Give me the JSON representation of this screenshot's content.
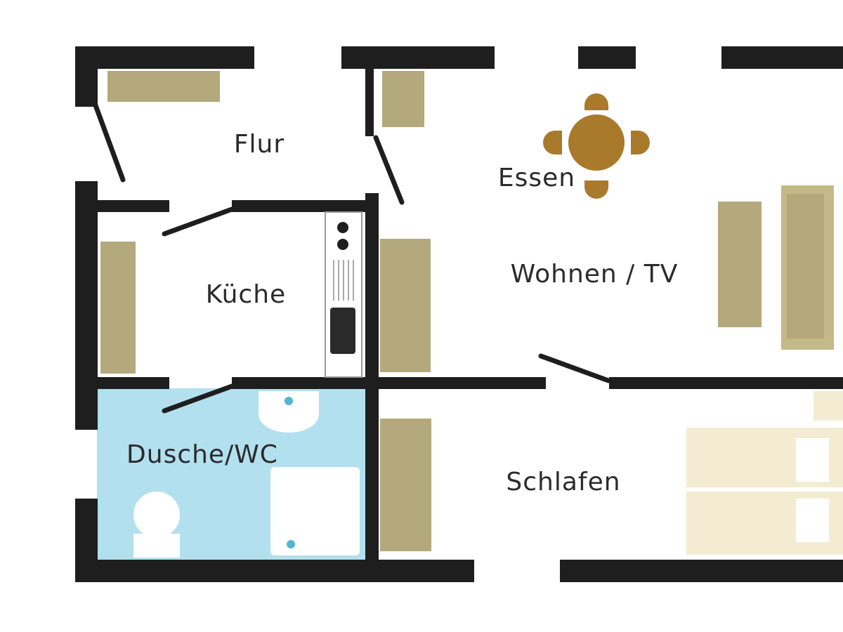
{
  "colors": {
    "wall": "#1e1e1e",
    "furniture": "#b4a97c",
    "bed": "#f4ecd2",
    "bathroom": "#b2e0ef",
    "dining": "#a97a2c",
    "fixture_dot": "#4fb7d4"
  },
  "rooms": {
    "flur": "Flur",
    "essen": "Essen",
    "wohnen": "Wohnen / TV",
    "kueche": "Küche",
    "dusche": "Dusche/WC",
    "schlafen": "Schlafen"
  },
  "icons": [
    "stove-icon",
    "sink-icon",
    "dining-table-icon",
    "toilet-icon",
    "washbasin-icon",
    "shower-icon",
    "bed-icon",
    "sofa-icon"
  ]
}
